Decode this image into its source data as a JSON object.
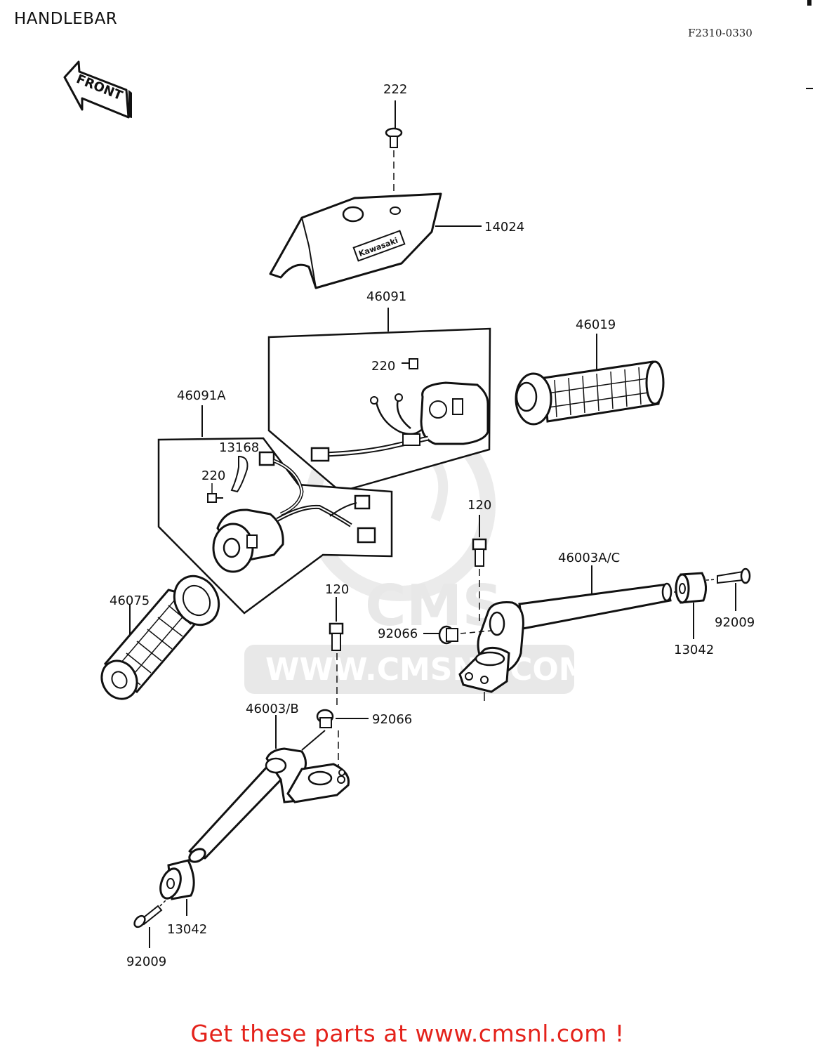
{
  "header": {
    "title": "HANDLEBAR",
    "ref_code": "F2310-0330"
  },
  "direction_arrow": {
    "label": "FRONT"
  },
  "cover_brand": "Kawasaki",
  "watermark": {
    "brand": "CMS",
    "url": "WWW.CMSNL.COM"
  },
  "parts": {
    "p222": "222",
    "p14024": "14024",
    "p46091": "46091",
    "p220_a": "220",
    "p46019": "46019",
    "p46091A": "46091A",
    "p13168": "13168",
    "p220_b": "220",
    "p120_a": "120",
    "p46003AC": "46003A/C",
    "p46075": "46075",
    "p120_b": "120",
    "p92066_a": "92066",
    "p92009_a": "92009",
    "p13042_a": "13042",
    "p46003B": "46003/B",
    "p92066_b": "92066",
    "p13042_b": "13042",
    "p92009_b": "92009"
  },
  "footer": {
    "text": "Get these parts at www.cmsnl.com !"
  }
}
